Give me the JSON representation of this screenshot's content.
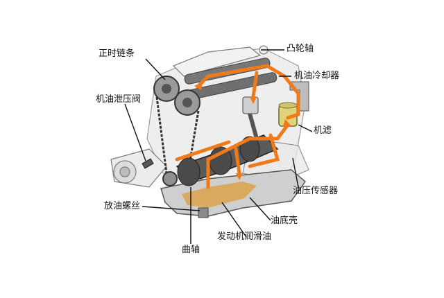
{
  "labels": {
    "timing_chain": "正时链条",
    "camshaft": "凸轮轴",
    "oil_cooler": "机油冷却器",
    "oil_relief_valve": "机油泄压阀",
    "oil_filter": "机滤",
    "oil_pressure_sensor": "油压传感器",
    "drain_plug": "放油螺丝",
    "oil_pan": "油底壳",
    "engine_oil": "发动机润滑油",
    "crankshaft": "曲轴"
  },
  "colors": {
    "oil_flow": "#f07a1a",
    "oil_fill": "#d9a24a",
    "engine_line": "#6b6b6b",
    "engine_fill": "#e6e6e6",
    "leader": "#111111"
  }
}
